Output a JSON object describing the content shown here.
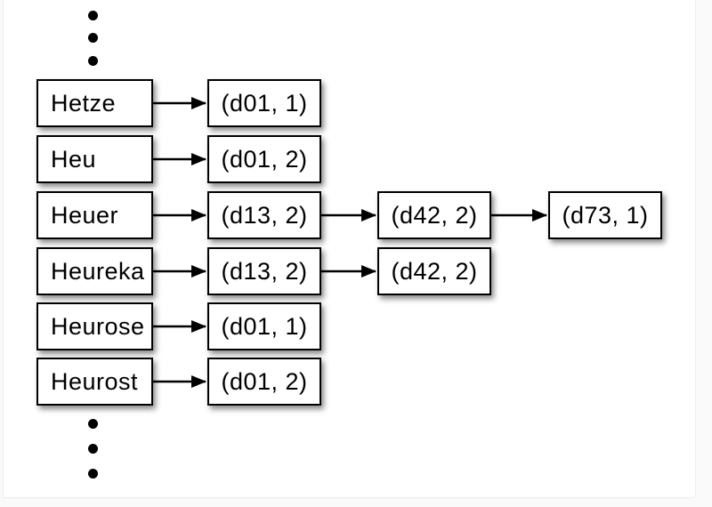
{
  "page": {
    "background_color": "#fafafa",
    "canvas_color": "#ffffff"
  },
  "diagram": {
    "kind": "inverted-index-posting-lists",
    "box_border_color": "#000000",
    "box_fill_color": "#ffffff",
    "text_color": "#000000",
    "arrow_color": "#000000",
    "ellipsis_top_dots": 3,
    "ellipsis_bottom_dots": 3,
    "rows": [
      {
        "term": "Hetze",
        "postings": [
          "(d01, 1)"
        ]
      },
      {
        "term": "Heu",
        "postings": [
          "(d01, 2)"
        ]
      },
      {
        "term": "Heuer",
        "postings": [
          "(d13, 2)",
          "(d42, 2)",
          "(d73, 1)"
        ]
      },
      {
        "term": "Heureka",
        "postings": [
          "(d13, 2)",
          "(d42, 2)"
        ]
      },
      {
        "term": "Heurose",
        "postings": [
          "(d01, 1)"
        ]
      },
      {
        "term": "Heurost",
        "postings": [
          "(d01, 2)"
        ]
      }
    ]
  }
}
